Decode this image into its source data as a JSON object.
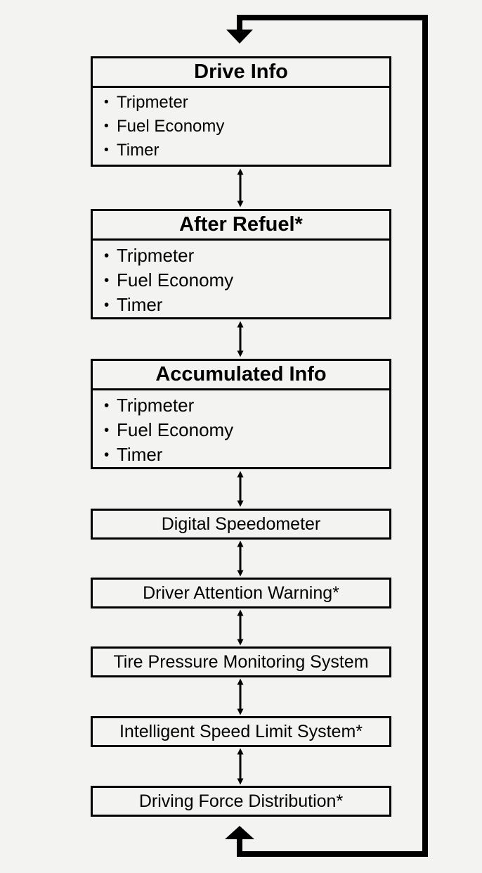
{
  "groups": [
    {
      "title": "Drive Info",
      "items": [
        "Tripmeter",
        "Fuel Economy",
        "Timer"
      ]
    },
    {
      "title": "After Refuel*",
      "items": [
        "Tripmeter",
        "Fuel Economy",
        "Timer"
      ]
    },
    {
      "title": "Accumulated Info",
      "items": [
        "Tripmeter",
        "Fuel Economy",
        "Timer"
      ]
    }
  ],
  "screens": [
    "Digital Speedometer",
    "Driver Attention Warning*",
    "Tire Pressure Monitoring System",
    "Intelligent Speed Limit System*",
    "Driving Force Distribution*"
  ]
}
